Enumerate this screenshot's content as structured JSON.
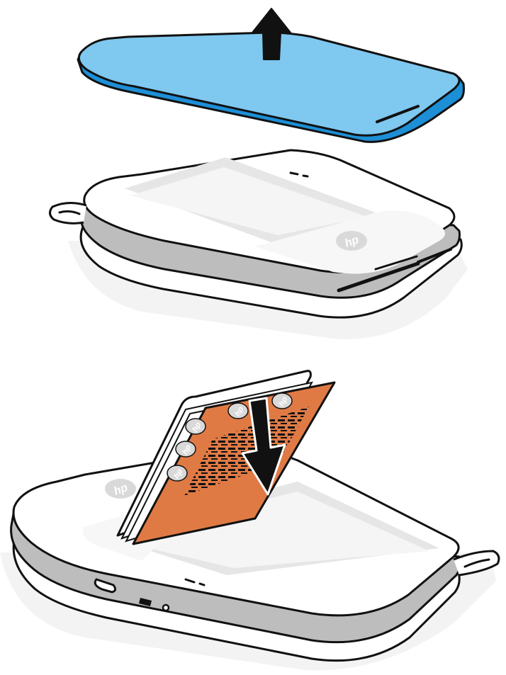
{
  "brand": {
    "logo_text": "hp",
    "logo_name": "hp-logo"
  },
  "icons": {
    "up_arrow": "arrow-up-icon",
    "down_arrow": "arrow-down-icon"
  },
  "colors": {
    "cover_top": "#7fc8f0",
    "cover_edge": "#1d8fd6",
    "outline": "#111111",
    "printer_body": "#ffffff",
    "printer_band": "#bdbdbd",
    "printer_tray": "#e6e6e6",
    "shadow": "#f0f0f0",
    "paper_orange": "#e07a45",
    "logo_grey": "#d9d9d9"
  },
  "steps": [
    {
      "action": "remove-cover"
    },
    {
      "action": "insert-paper-pack"
    }
  ]
}
